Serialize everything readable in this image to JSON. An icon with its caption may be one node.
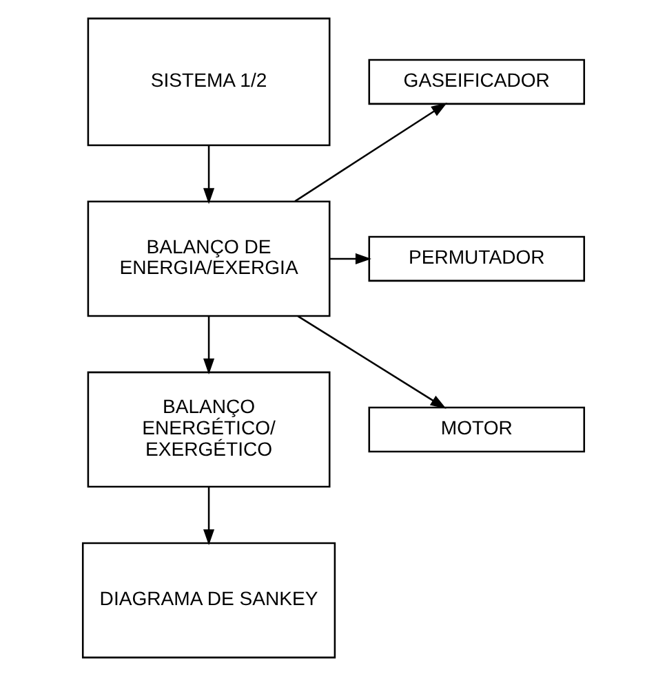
{
  "diagram": {
    "nodes": [
      {
        "text": [
          "SISTEMA 1/2"
        ]
      },
      {
        "text": [
          "BALANÇO DE ENERGIA/EXERGIA"
        ]
      },
      {
        "text": [
          "GASEIFICADOR"
        ]
      },
      {
        "text": [
          "PERMUTADOR"
        ]
      },
      {
        "text": [
          "MOTOR"
        ]
      },
      {
        "text": [
          "BALANÇO ENERGÉTICO/ EXERGÉTICO"
        ]
      },
      {
        "text": [
          "DIAGRAMA DE SANKEY"
        ]
      }
    ],
    "edges": [
      {
        "from": 0,
        "to": 1,
        "arrow": "to"
      },
      {
        "from": 1,
        "to": 2,
        "arrow": "to"
      },
      {
        "from": 1,
        "to": 3,
        "arrow": "to"
      },
      {
        "from": 1,
        "to": 4,
        "arrow": "to"
      },
      {
        "from": 1,
        "to": 5,
        "arrow": "to"
      },
      {
        "from": 5,
        "to": 6,
        "arrow": "to"
      }
    ]
  }
}
